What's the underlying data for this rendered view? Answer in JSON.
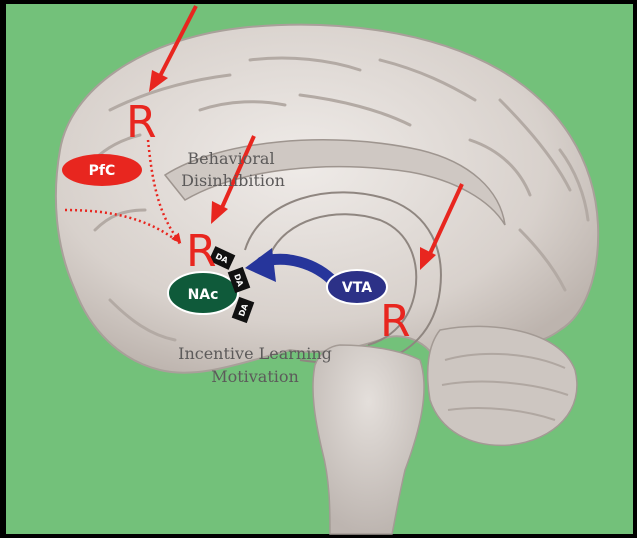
{
  "diagram": {
    "receptor_marker": "R",
    "region_pfc": "PfC",
    "region_nac": "NAc",
    "region_vta": "VTA",
    "dopamine_label": "DA",
    "behavioral_line1": "Behavioral",
    "behavioral_line2": "Disinhibition",
    "incentive_line1": "Incentive Learning",
    "incentive_line2": "Motivation"
  },
  "colors": {
    "background": "#73c17a",
    "frame": "#000000",
    "brain": "#dcd6d2",
    "accent_red": "#e8261f",
    "nac_green": "#0f5a3a",
    "vta_blue": "#2c3187",
    "arrow_blue": "#26359b"
  }
}
